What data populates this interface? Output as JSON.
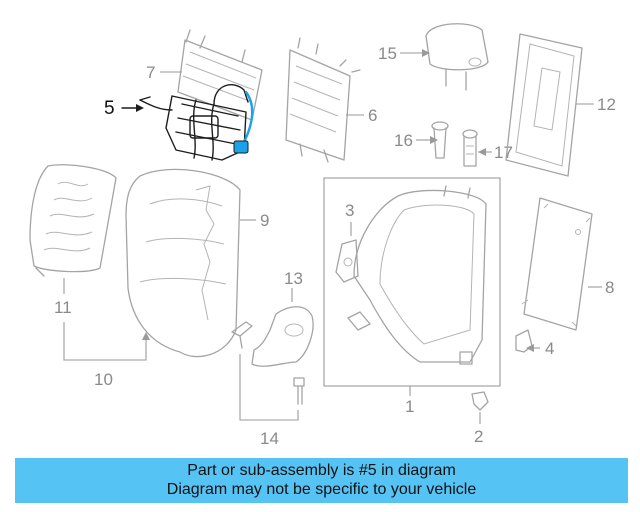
{
  "diagram": {
    "highlight_color": "#1aa3e8",
    "callouts": {
      "c1": "1",
      "c2": "2",
      "c3": "3",
      "c4": "4",
      "c5": "5",
      "c6": "6",
      "c7": "7",
      "c8": "8",
      "c9": "9",
      "c10": "10",
      "c11": "11",
      "c12": "12",
      "c13": "13",
      "c14": "14",
      "c15": "15",
      "c16": "16",
      "c17": "17"
    }
  },
  "banner": {
    "line1": "Part or sub-assembly is #5 in diagram",
    "line2": "Diagram may not be specific to your vehicle",
    "background": "#56c3f5"
  }
}
